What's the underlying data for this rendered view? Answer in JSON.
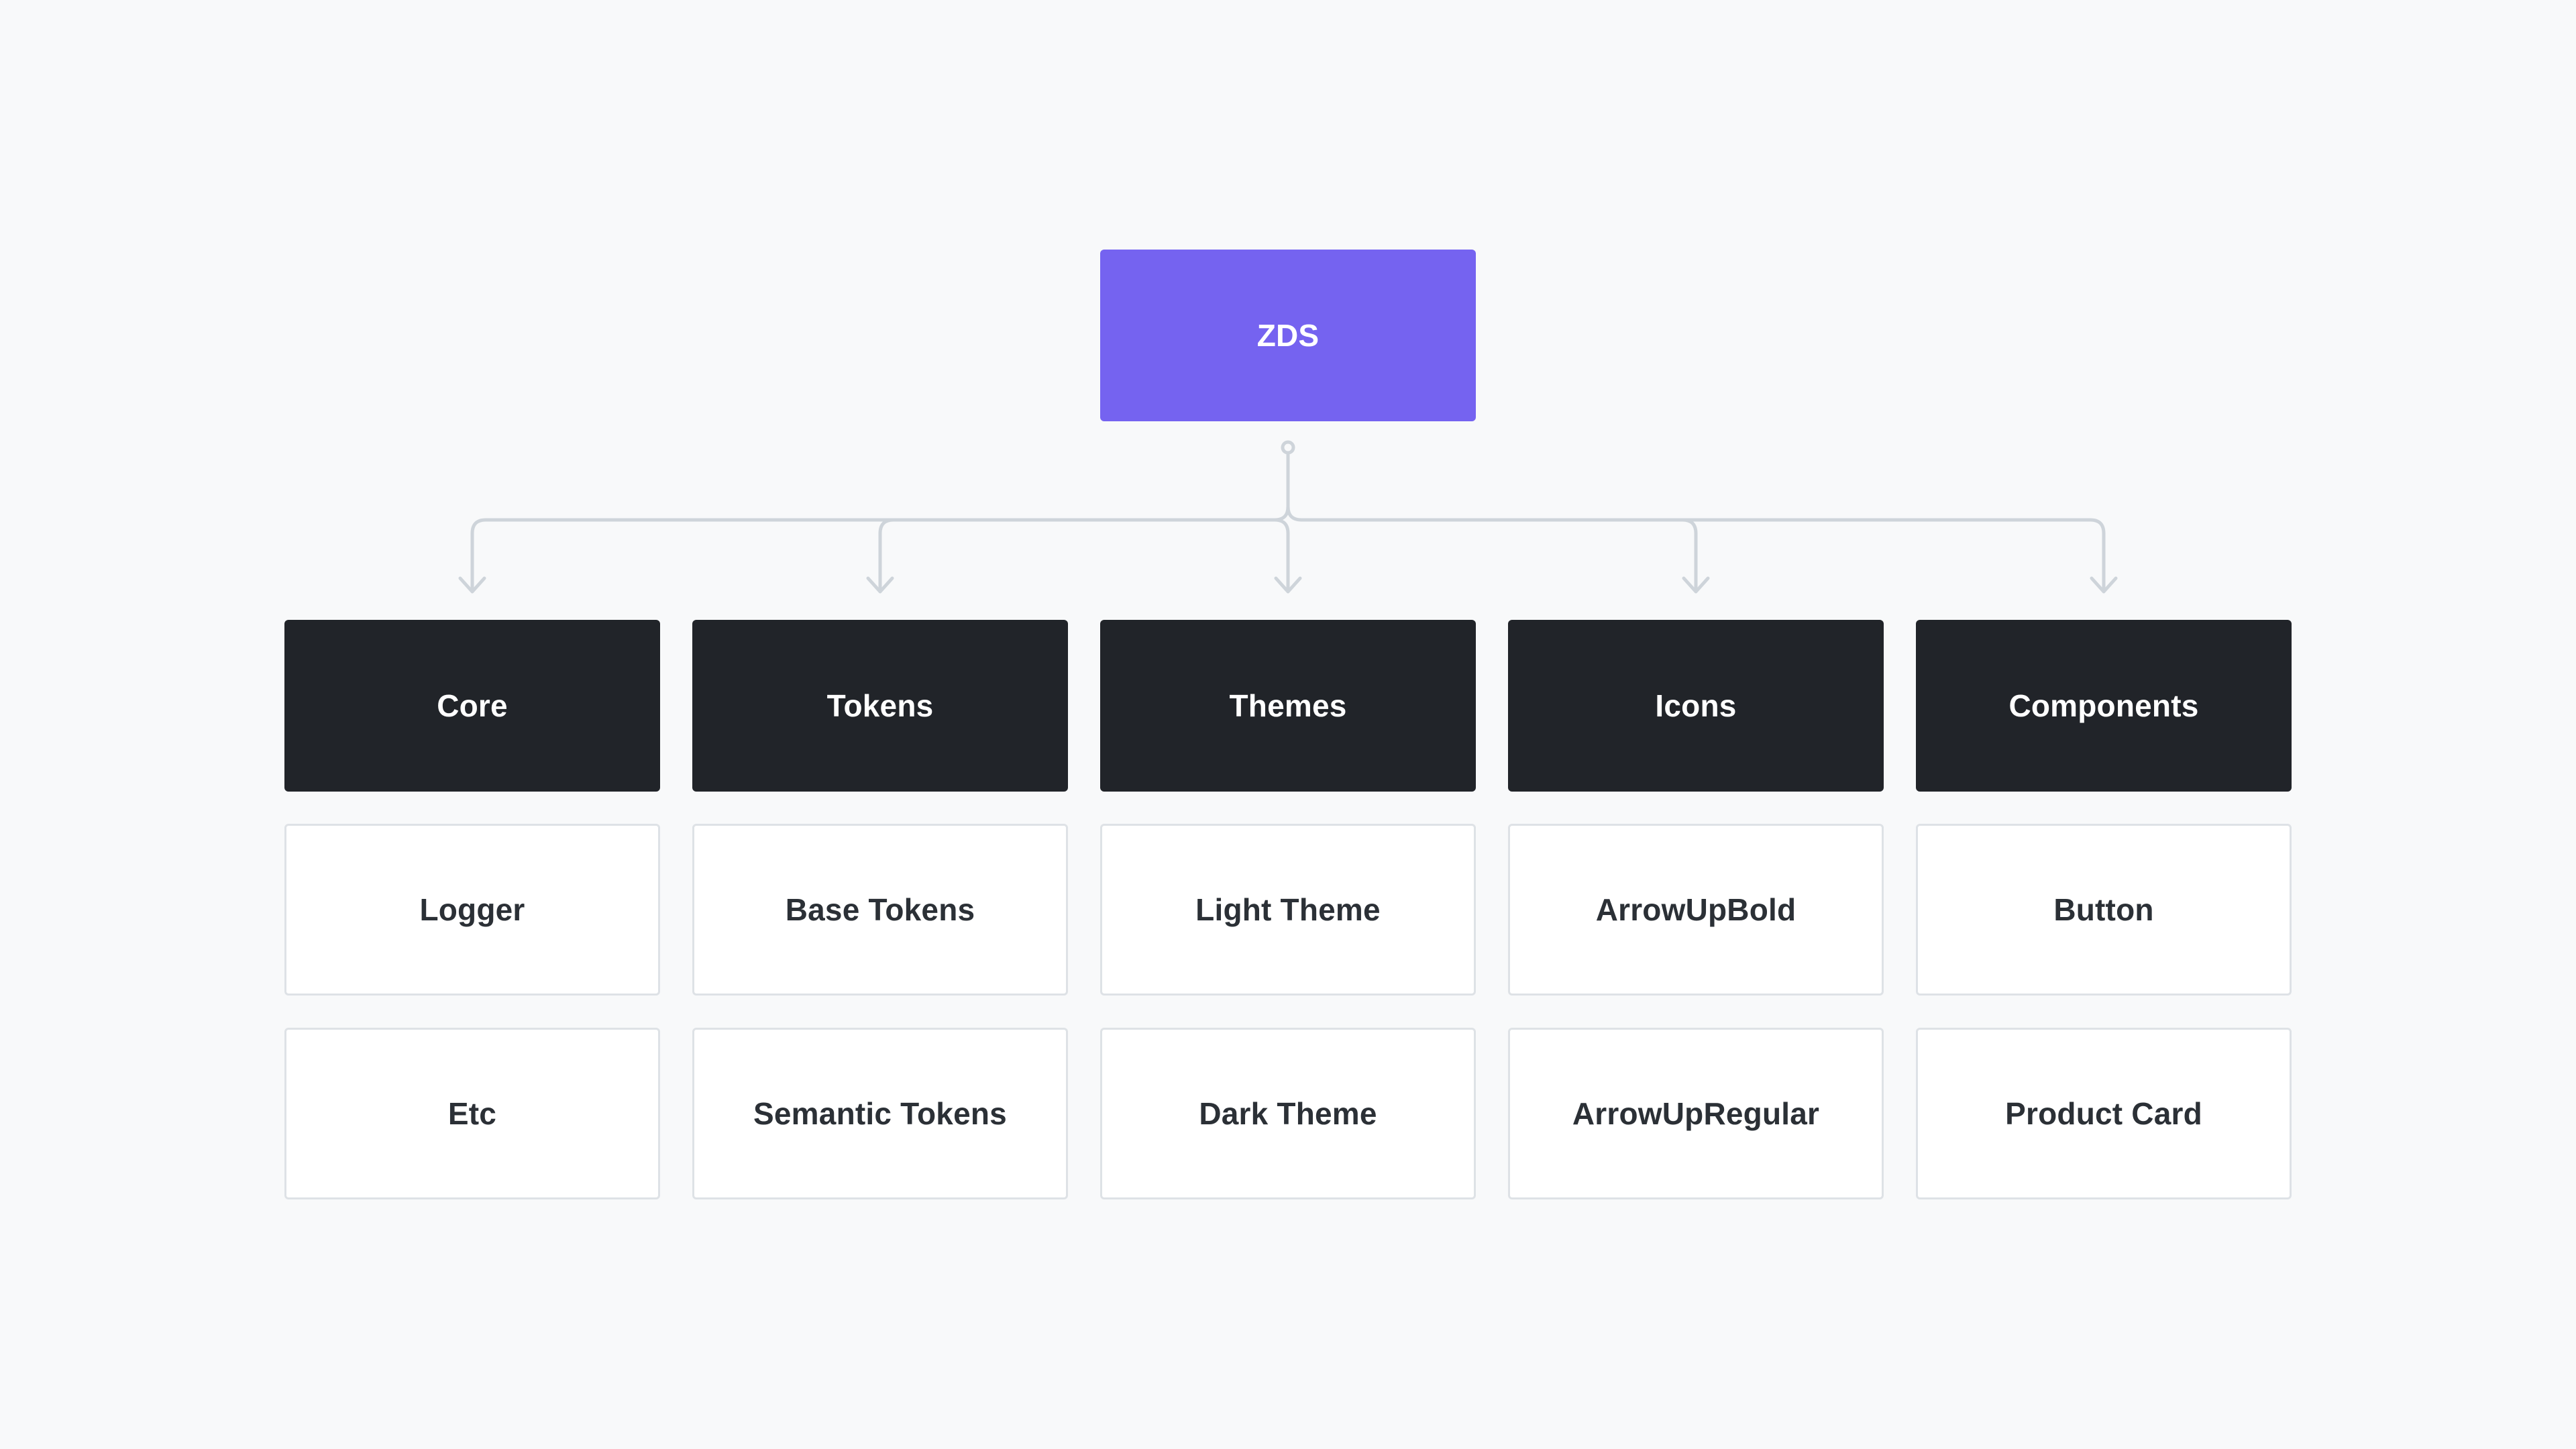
{
  "colors": {
    "background": "#f8f9fa",
    "root_fill": "#7563f0",
    "category_fill": "#212429",
    "item_fill": "#ffffff",
    "item_border": "#dee2e6",
    "connector": "#ced4da"
  },
  "root": {
    "label": "ZDS"
  },
  "columns": [
    {
      "label": "Core",
      "items": [
        "Logger",
        "Etc"
      ]
    },
    {
      "label": "Tokens",
      "items": [
        "Base Tokens",
        "Semantic Tokens"
      ]
    },
    {
      "label": "Themes",
      "items": [
        "Light Theme",
        "Dark Theme"
      ]
    },
    {
      "label": "Icons",
      "items": [
        "ArrowUpBold",
        "ArrowUpRegular"
      ]
    },
    {
      "label": "Components",
      "items": [
        "Button",
        "Product Card"
      ]
    }
  ]
}
